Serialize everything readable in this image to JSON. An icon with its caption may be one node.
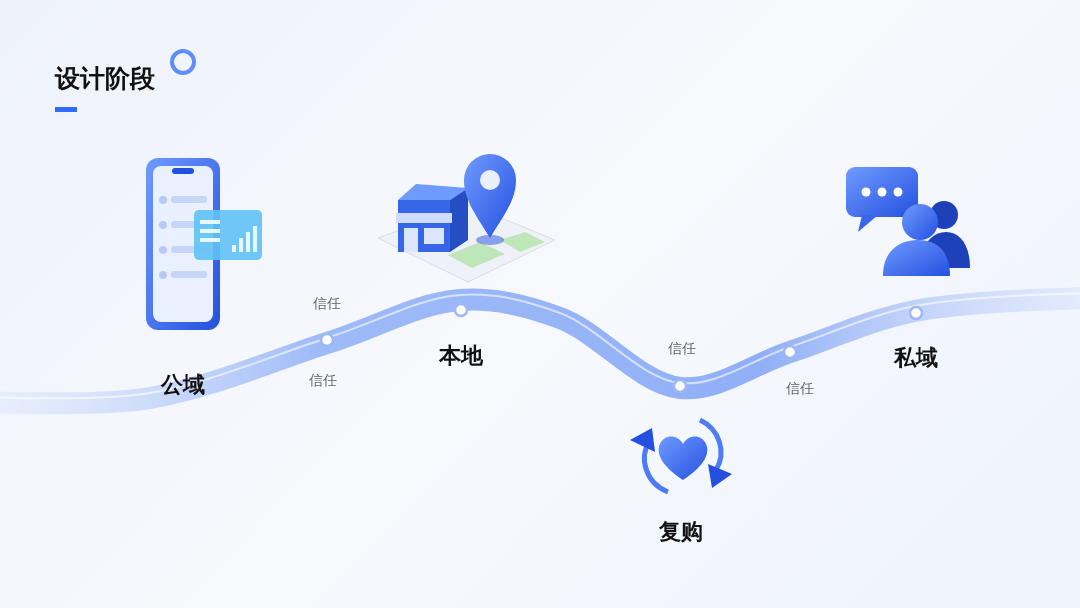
{
  "diagram": {
    "title": "设计阶段",
    "nodes": [
      {
        "text": [
          "公域"
        ]
      },
      {
        "text": [
          "本地"
        ]
      },
      {
        "text": [
          "复购"
        ]
      },
      {
        "text": [
          "私域"
        ]
      }
    ],
    "labels": [
      "信任",
      "信任",
      "信任",
      "信任"
    ]
  }
}
